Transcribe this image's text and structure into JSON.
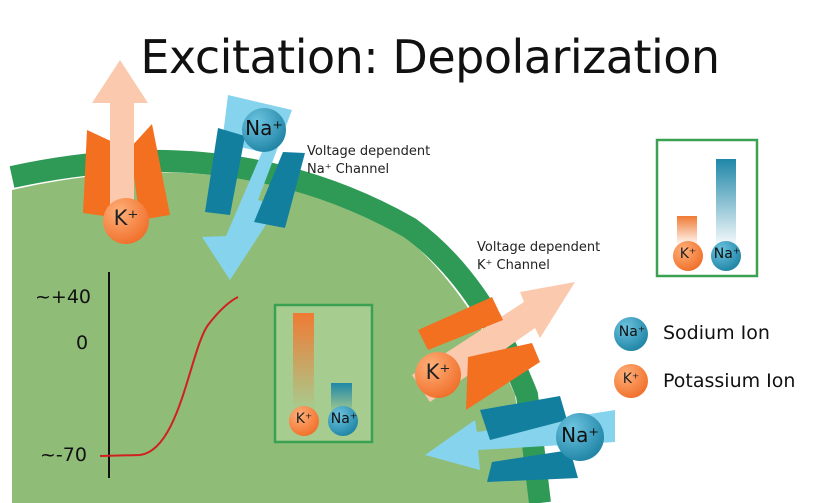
{
  "title": "Excitation: Depolarization",
  "channels": {
    "na_channel_label_line1": "Voltage dependent",
    "na_channel_label_line2": "Na⁺ Channel",
    "k_channel_label_line1": "Voltage dependent",
    "k_channel_label_line2": "K⁺ Channel"
  },
  "ions": {
    "k": "K⁺",
    "na": "Na⁺"
  },
  "legend": {
    "sodium": "Sodium Ion",
    "potassium": "Potassium Ion"
  },
  "axis": {
    "top": "~+40",
    "mid": "0",
    "bottom": "~-70"
  },
  "colors": {
    "cell_fill": "#8fbd78",
    "membrane": "#2f9a56",
    "k_channel": "#f37021",
    "na_channel": "#137f9f",
    "k_arrow": "#fbc9ad",
    "na_arrow": "#86d3ee",
    "box_border": "#3aa153",
    "trace": "#d02020"
  }
}
